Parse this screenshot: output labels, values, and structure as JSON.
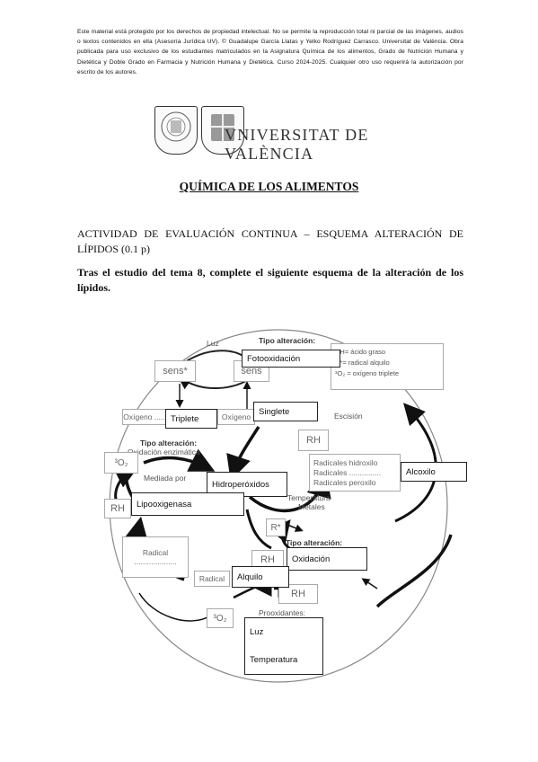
{
  "notice": "Este material está protegido por los derechos de propiedad intelectual. No se permite la reproducción total ni parcial de las imágenes, audios o textos contenidos en ella (Asesoría Jurídica UV). © Guadalupe García Llatas y Yelko Rodríguez Carrasco. Universitat de València. Obra publicada para uso exclusivo de los estudiantes matriculados en la Asignatura Química de los alimentos, Grado de Nutrición Humana y Dietética y Doble Grado en Farmacia y Nutrición Humana y Dietética. Curso 2024-2025. Cualquier otro uso requerirá la autorización por escrito de los autores.",
  "logo_text": "VNIVERSITAT DE VALÈNCIA",
  "title": "QUÍMICA DE LOS ALIMENTOS",
  "activity": "ACTIVIDAD DE EVALUACIÓN CONTINUA – ESQUEMA ALTERACIÓN DE LÍPIDOS (0.1 p)",
  "instruction": "Tras el estudio del tema 8, complete el siguiente esquema de la alteración de los lípidos.",
  "diagram": {
    "luz": "Luz",
    "tipo_alteracion_1": "Tipo alteración:",
    "sens_star": "sens*",
    "sens": "sens",
    "legend_1": "RH= ácido graso",
    "legend_2": "R*= radical alquilo",
    "legend_3": "³O₂ = oxígeno triplete",
    "oxigeno_1": "Oxígeno ........",
    "oxigeno_2": "Oxígeno",
    "escision": "Escisión",
    "rh_1": "RH",
    "tipo_alteracion_2": "Tipo alteración:",
    "oxidacion_enzimatica": "Oxidación enzimática",
    "o2_1": "³O₂",
    "mediada_por": "Mediada por",
    "rh_2": "RH",
    "radicales_hidroxilo": "Radicales hidroxilo",
    "radicales": "Radicales ...............",
    "radicales_peroxilo": "Radicales peroxilo",
    "temperatura_metales_1": "Temperatura",
    "temperatura_metales_2": "Metales",
    "r_star": "R*",
    "radical_1": "Radical",
    "radical_1_dots": "....................",
    "tipo_alteracion_3": "Tipo alteración:",
    "rh_3": "RH",
    "radical_2": "Radical",
    "rh_4": "RH",
    "o2_2": "³O₂",
    "prooxidantes": "Prooxidantes:"
  },
  "answers": {
    "fotooxidacion": "Fotooxidación",
    "triplete": "Triplete",
    "singlete": "Singlete",
    "hidroperoxidos": "Hidroperóxidos",
    "lipooxigenasa": "Lipooxigenasa",
    "alcoxilo": "Alcoxilo",
    "oxidacion": "Oxidación",
    "alquilo": "Alquilo",
    "luz": "Luz",
    "temperatura": "Temperatura"
  }
}
